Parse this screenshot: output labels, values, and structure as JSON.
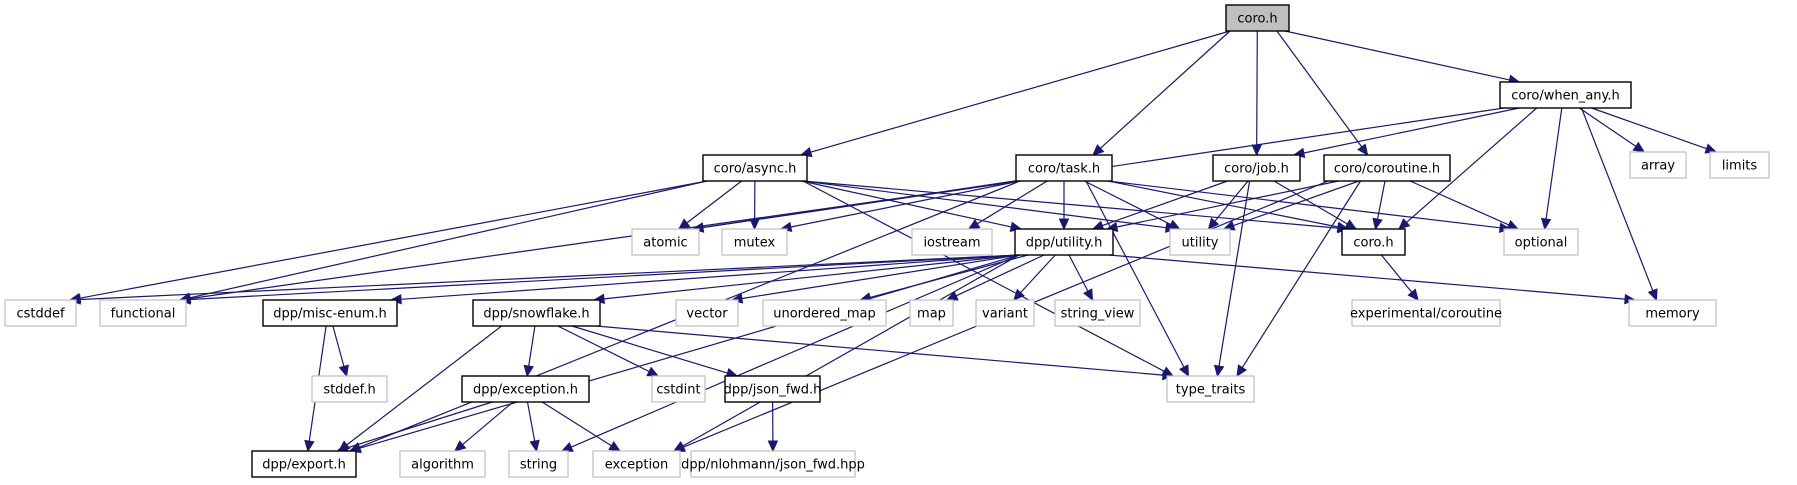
{
  "diagram": {
    "type": "include-dependency-graph",
    "colors": {
      "edge": "#191970",
      "root_fill": "#bfbfbf",
      "system_border": "#bfbfbf",
      "local_border": "#000000"
    },
    "nodes": [
      {
        "id": "root",
        "label": "coro.h",
        "kind": "root"
      },
      {
        "id": "when_any",
        "label": "coro/when_any.h",
        "kind": "local"
      },
      {
        "id": "async",
        "label": "coro/async.h",
        "kind": "local"
      },
      {
        "id": "task",
        "label": "coro/task.h",
        "kind": "local"
      },
      {
        "id": "job",
        "label": "coro/job.h",
        "kind": "local"
      },
      {
        "id": "coroutine",
        "label": "coro/coroutine.h",
        "kind": "local"
      },
      {
        "id": "atomic",
        "label": "atomic",
        "kind": "system"
      },
      {
        "id": "mutex",
        "label": "mutex",
        "kind": "system"
      },
      {
        "id": "iostream",
        "label": "iostream",
        "kind": "system"
      },
      {
        "id": "utility_h",
        "label": "dpp/utility.h",
        "kind": "local"
      },
      {
        "id": "utility",
        "label": "utility",
        "kind": "system"
      },
      {
        "id": "coro2",
        "label": "coro.h",
        "kind": "local"
      },
      {
        "id": "optional",
        "label": "optional",
        "kind": "system"
      },
      {
        "id": "array",
        "label": "array",
        "kind": "system"
      },
      {
        "id": "limits",
        "label": "limits",
        "kind": "system"
      },
      {
        "id": "cstddef",
        "label": "cstddef",
        "kind": "system"
      },
      {
        "id": "functional",
        "label": "functional",
        "kind": "system"
      },
      {
        "id": "misc_enum",
        "label": "dpp/misc-enum.h",
        "kind": "local"
      },
      {
        "id": "snowflake",
        "label": "dpp/snowflake.h",
        "kind": "local"
      },
      {
        "id": "vector",
        "label": "vector",
        "kind": "system"
      },
      {
        "id": "unordered_map",
        "label": "unordered_map",
        "kind": "system"
      },
      {
        "id": "map",
        "label": "map",
        "kind": "system"
      },
      {
        "id": "variant",
        "label": "variant",
        "kind": "system"
      },
      {
        "id": "string_view",
        "label": "string_view",
        "kind": "system"
      },
      {
        "id": "exp_coroutine",
        "label": "experimental/coroutine",
        "kind": "system"
      },
      {
        "id": "memory",
        "label": "memory",
        "kind": "system"
      },
      {
        "id": "stddef",
        "label": "stddef.h",
        "kind": "system"
      },
      {
        "id": "exception_h",
        "label": "dpp/exception.h",
        "kind": "local"
      },
      {
        "id": "cstdint",
        "label": "cstdint",
        "kind": "system"
      },
      {
        "id": "json_fwd",
        "label": "dpp/json_fwd.h",
        "kind": "local"
      },
      {
        "id": "type_traits",
        "label": "type_traits",
        "kind": "system"
      },
      {
        "id": "export",
        "label": "dpp/export.h",
        "kind": "local"
      },
      {
        "id": "algorithm",
        "label": "algorithm",
        "kind": "system"
      },
      {
        "id": "string",
        "label": "string",
        "kind": "system"
      },
      {
        "id": "exception",
        "label": "exception",
        "kind": "system"
      },
      {
        "id": "nlohmann",
        "label": "dpp/nlohmann/json_fwd.hpp",
        "kind": "system"
      }
    ],
    "edges": [
      [
        "root",
        "async"
      ],
      [
        "root",
        "task"
      ],
      [
        "root",
        "job"
      ],
      [
        "root",
        "coroutine"
      ],
      [
        "root",
        "when_any"
      ],
      [
        "when_any",
        "atomic"
      ],
      [
        "when_any",
        "job"
      ],
      [
        "when_any",
        "optional"
      ],
      [
        "when_any",
        "array"
      ],
      [
        "when_any",
        "limits"
      ],
      [
        "when_any",
        "memory"
      ],
      [
        "when_any",
        "coro2"
      ],
      [
        "async",
        "atomic"
      ],
      [
        "async",
        "mutex"
      ],
      [
        "async",
        "utility_h"
      ],
      [
        "async",
        "utility"
      ],
      [
        "async",
        "coro2"
      ],
      [
        "async",
        "cstddef"
      ],
      [
        "async",
        "functional"
      ],
      [
        "async",
        "type_traits"
      ],
      [
        "task",
        "atomic"
      ],
      [
        "task",
        "mutex"
      ],
      [
        "task",
        "iostream"
      ],
      [
        "task",
        "utility_h"
      ],
      [
        "task",
        "utility"
      ],
      [
        "task",
        "coro2"
      ],
      [
        "task",
        "optional"
      ],
      [
        "task",
        "type_traits"
      ],
      [
        "task",
        "functional"
      ],
      [
        "task",
        "export"
      ],
      [
        "job",
        "utility_h"
      ],
      [
        "job",
        "utility"
      ],
      [
        "job",
        "coro2"
      ],
      [
        "job",
        "type_traits"
      ],
      [
        "coroutine",
        "utility_h"
      ],
      [
        "coroutine",
        "utility"
      ],
      [
        "coroutine",
        "coro2"
      ],
      [
        "coroutine",
        "optional"
      ],
      [
        "coroutine",
        "type_traits"
      ],
      [
        "coroutine",
        "exception"
      ],
      [
        "coro2",
        "exp_coroutine"
      ],
      [
        "utility_h",
        "cstddef"
      ],
      [
        "utility_h",
        "functional"
      ],
      [
        "utility_h",
        "misc_enum"
      ],
      [
        "utility_h",
        "snowflake"
      ],
      [
        "utility_h",
        "vector"
      ],
      [
        "utility_h",
        "unordered_map"
      ],
      [
        "utility_h",
        "map"
      ],
      [
        "utility_h",
        "variant"
      ],
      [
        "utility_h",
        "string_view"
      ],
      [
        "utility_h",
        "memory"
      ],
      [
        "utility_h",
        "export"
      ],
      [
        "utility_h",
        "exception"
      ],
      [
        "utility_h",
        "string"
      ],
      [
        "misc_enum",
        "stddef"
      ],
      [
        "misc_enum",
        "export"
      ],
      [
        "snowflake",
        "exception_h"
      ],
      [
        "snowflake",
        "export"
      ],
      [
        "snowflake",
        "cstdint"
      ],
      [
        "snowflake",
        "json_fwd"
      ],
      [
        "snowflake",
        "type_traits"
      ],
      [
        "exception_h",
        "export"
      ],
      [
        "exception_h",
        "algorithm"
      ],
      [
        "exception_h",
        "string"
      ],
      [
        "exception_h",
        "exception"
      ],
      [
        "json_fwd",
        "nlohmann"
      ]
    ]
  }
}
